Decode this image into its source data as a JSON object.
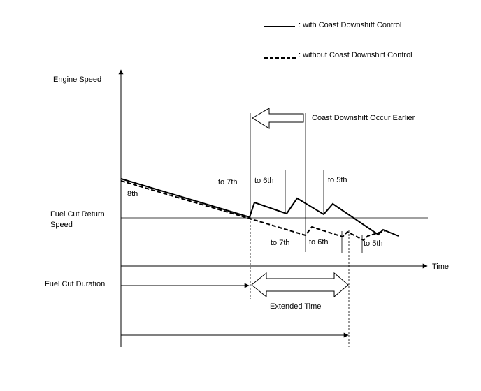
{
  "legend": {
    "with_control": ": with Coast Downshift Control",
    "without_control": ": without Coast Downshift Control"
  },
  "labels": {
    "engine_speed": "Engine Speed",
    "fuel_cut_return_line1": "Fuel Cut Return",
    "fuel_cut_return_line2": "Speed",
    "fuel_cut_duration": "Fuel Cut Duration",
    "time": "Time",
    "coast_downshift_earlier": "Coast Downshift Occur Earlier",
    "extended_time": "Extended Time"
  },
  "gears": {
    "eighth": "8th",
    "to_7th_with": "to 7th",
    "to_6th_with": "to 6th",
    "to_5th_with": "to 5th",
    "to_7th_without": "to 7th",
    "to_6th_without": "to 6th",
    "to_5th_without": "to 5th"
  }
}
